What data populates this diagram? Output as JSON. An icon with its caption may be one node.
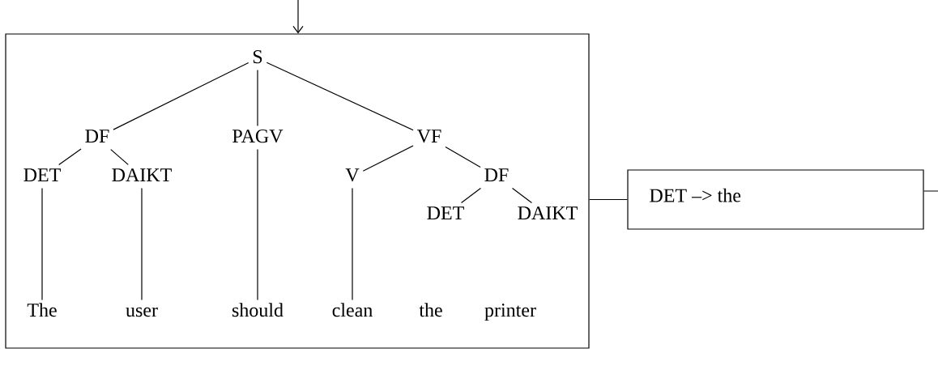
{
  "diagram": {
    "nodes": [
      {
        "text": [],
        "shape": "box"
      },
      {
        "text": [
          "S"
        ],
        "in": 0
      },
      {
        "text": [
          "DF"
        ],
        "in": 0
      },
      {
        "text": [
          "PAGV"
        ],
        "in": 0
      },
      {
        "text": [
          "VF"
        ],
        "in": 0
      },
      {
        "text": [
          "DET"
        ],
        "in": 0
      },
      {
        "text": [
          "DAIKT"
        ],
        "in": 0
      },
      {
        "text": [
          "V"
        ],
        "in": 0
      },
      {
        "text": [
          "DF"
        ],
        "in": 0
      },
      {
        "text": [
          "DET"
        ],
        "in": 0
      },
      {
        "text": [
          "DAIKT"
        ],
        "in": 0
      },
      {
        "text": [
          "The"
        ],
        "in": 0
      },
      {
        "text": [
          "user"
        ],
        "in": 0
      },
      {
        "text": [
          "should"
        ],
        "in": 0
      },
      {
        "text": [
          "clean"
        ],
        "in": 0
      },
      {
        "text": [
          "the"
        ],
        "in": 0
      },
      {
        "text": [
          "printer"
        ],
        "in": 0
      },
      {
        "text": [
          "DET –> the"
        ]
      }
    ],
    "edges": [
      {
        "from": null,
        "to": 0,
        "arrow": "to"
      },
      {
        "from": 1,
        "to": 2,
        "arrow": "none"
      },
      {
        "from": 1,
        "to": 3,
        "arrow": "none"
      },
      {
        "from": 1,
        "to": 4,
        "arrow": "none"
      },
      {
        "from": 2,
        "to": 5,
        "arrow": "none"
      },
      {
        "from": 2,
        "to": 6,
        "arrow": "none"
      },
      {
        "from": 4,
        "to": 7,
        "arrow": "none"
      },
      {
        "from": 4,
        "to": 8,
        "arrow": "none"
      },
      {
        "from": 8,
        "to": 9,
        "arrow": "none"
      },
      {
        "from": 8,
        "to": 10,
        "arrow": "none"
      },
      {
        "from": 5,
        "to": 11,
        "arrow": "none"
      },
      {
        "from": 6,
        "to": 12,
        "arrow": "none"
      },
      {
        "from": 3,
        "to": 13,
        "arrow": "none"
      },
      {
        "from": 7,
        "to": 14,
        "arrow": "none"
      },
      {
        "from": 0,
        "to": 17,
        "arrow": "none"
      },
      {
        "from": 17,
        "to": null,
        "arrow": "none"
      }
    ]
  }
}
